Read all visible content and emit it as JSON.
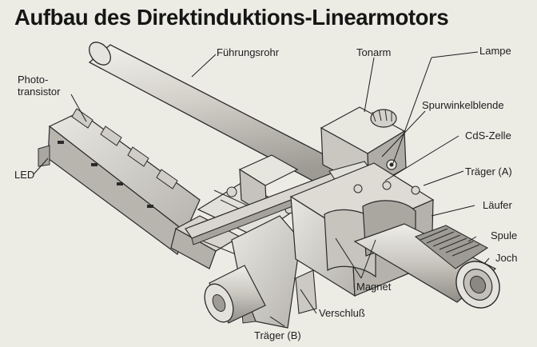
{
  "title": "Aufbau des Direktinduktions-Linearmotors",
  "labels": {
    "photo_line1": "Photo-",
    "photo_line2": "transistor",
    "led": "LED",
    "fuehrungsrohr": "Führungsrohr",
    "tonarm": "Tonarm",
    "lampe": "Lampe",
    "spurwinkelblende": "Spurwinkelblende",
    "cds_zelle": "CdS-Zelle",
    "traeger_a": "Träger (A)",
    "laeufer": "Läufer",
    "spule": "Spule",
    "joch": "Joch",
    "magnet": "Magnet",
    "verschluss": "Verschluß",
    "traeger_b": "Träger (B)"
  },
  "colors": {
    "background": "#ecebe4",
    "ink": "#1e1e1e",
    "part_fill": "#dcdad3",
    "part_shade": "#b9b7b0"
  }
}
